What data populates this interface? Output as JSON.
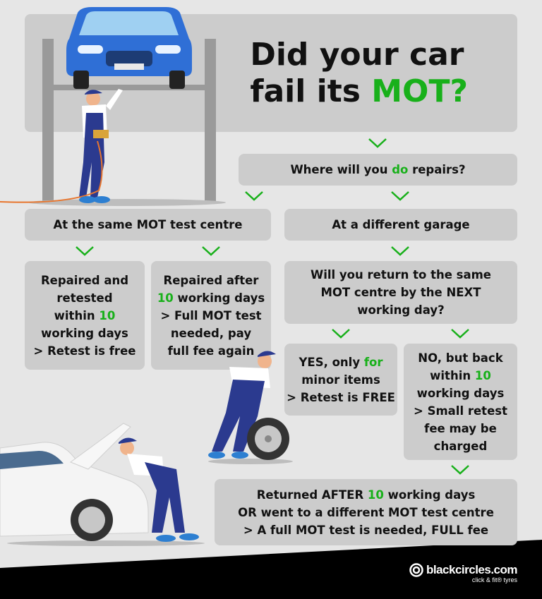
{
  "title": {
    "line1": "Did your car",
    "line2_prefix": "fail its ",
    "line2_highlight": "MOT?"
  },
  "question": {
    "prefix": "Where will you ",
    "highlight": "do",
    "suffix": " repairs?"
  },
  "branch_left": {
    "label": "At the same MOT test centre"
  },
  "branch_right": {
    "label": "At a different garage"
  },
  "same_centre": {
    "within": {
      "l1": "Repaired and",
      "l2": "retested",
      "l3_prefix": "within ",
      "l3_highlight": "10",
      "l4": "working days",
      "l5": "> Retest is free"
    },
    "after": {
      "l1": "Repaired after",
      "l2_highlight": "10",
      "l2_suffix": " working days",
      "l3": "> Full MOT test",
      "l4": "needed, pay",
      "l5": "full fee again"
    }
  },
  "different_garage": {
    "question": {
      "l1": "Will you return to the same",
      "l2": "MOT centre by the NEXT",
      "l3": "working day?"
    },
    "yes": {
      "l1_prefix": "YES, only ",
      "l1_highlight": "for",
      "l2": "minor items",
      "l3": "> Retest is FREE"
    },
    "no": {
      "l1": "NO, but back",
      "l2_prefix": "within ",
      "l2_highlight": "10",
      "l3": "working days",
      "l4": "> Small retest",
      "l5": "fee may be",
      "l6": "charged"
    }
  },
  "final": {
    "l1_prefix": "Returned AFTER ",
    "l1_highlight": "10",
    "l1_suffix": " working days",
    "l2": "OR went to a different MOT test centre",
    "l3": "> A full MOT test is needed, FULL fee"
  },
  "brand": {
    "name": "blackcircles.com",
    "tagline": "click & fit® tyres"
  },
  "colors": {
    "background": "#e6e6e6",
    "box": "#cccccc",
    "accent_green": "#18b01a",
    "footer": "#000000",
    "car_blue": "#2f6fd6",
    "mechanic_navy": "#2b3a8f"
  },
  "icons": [
    "chevron-down-icon",
    "logo-circles-icon"
  ]
}
